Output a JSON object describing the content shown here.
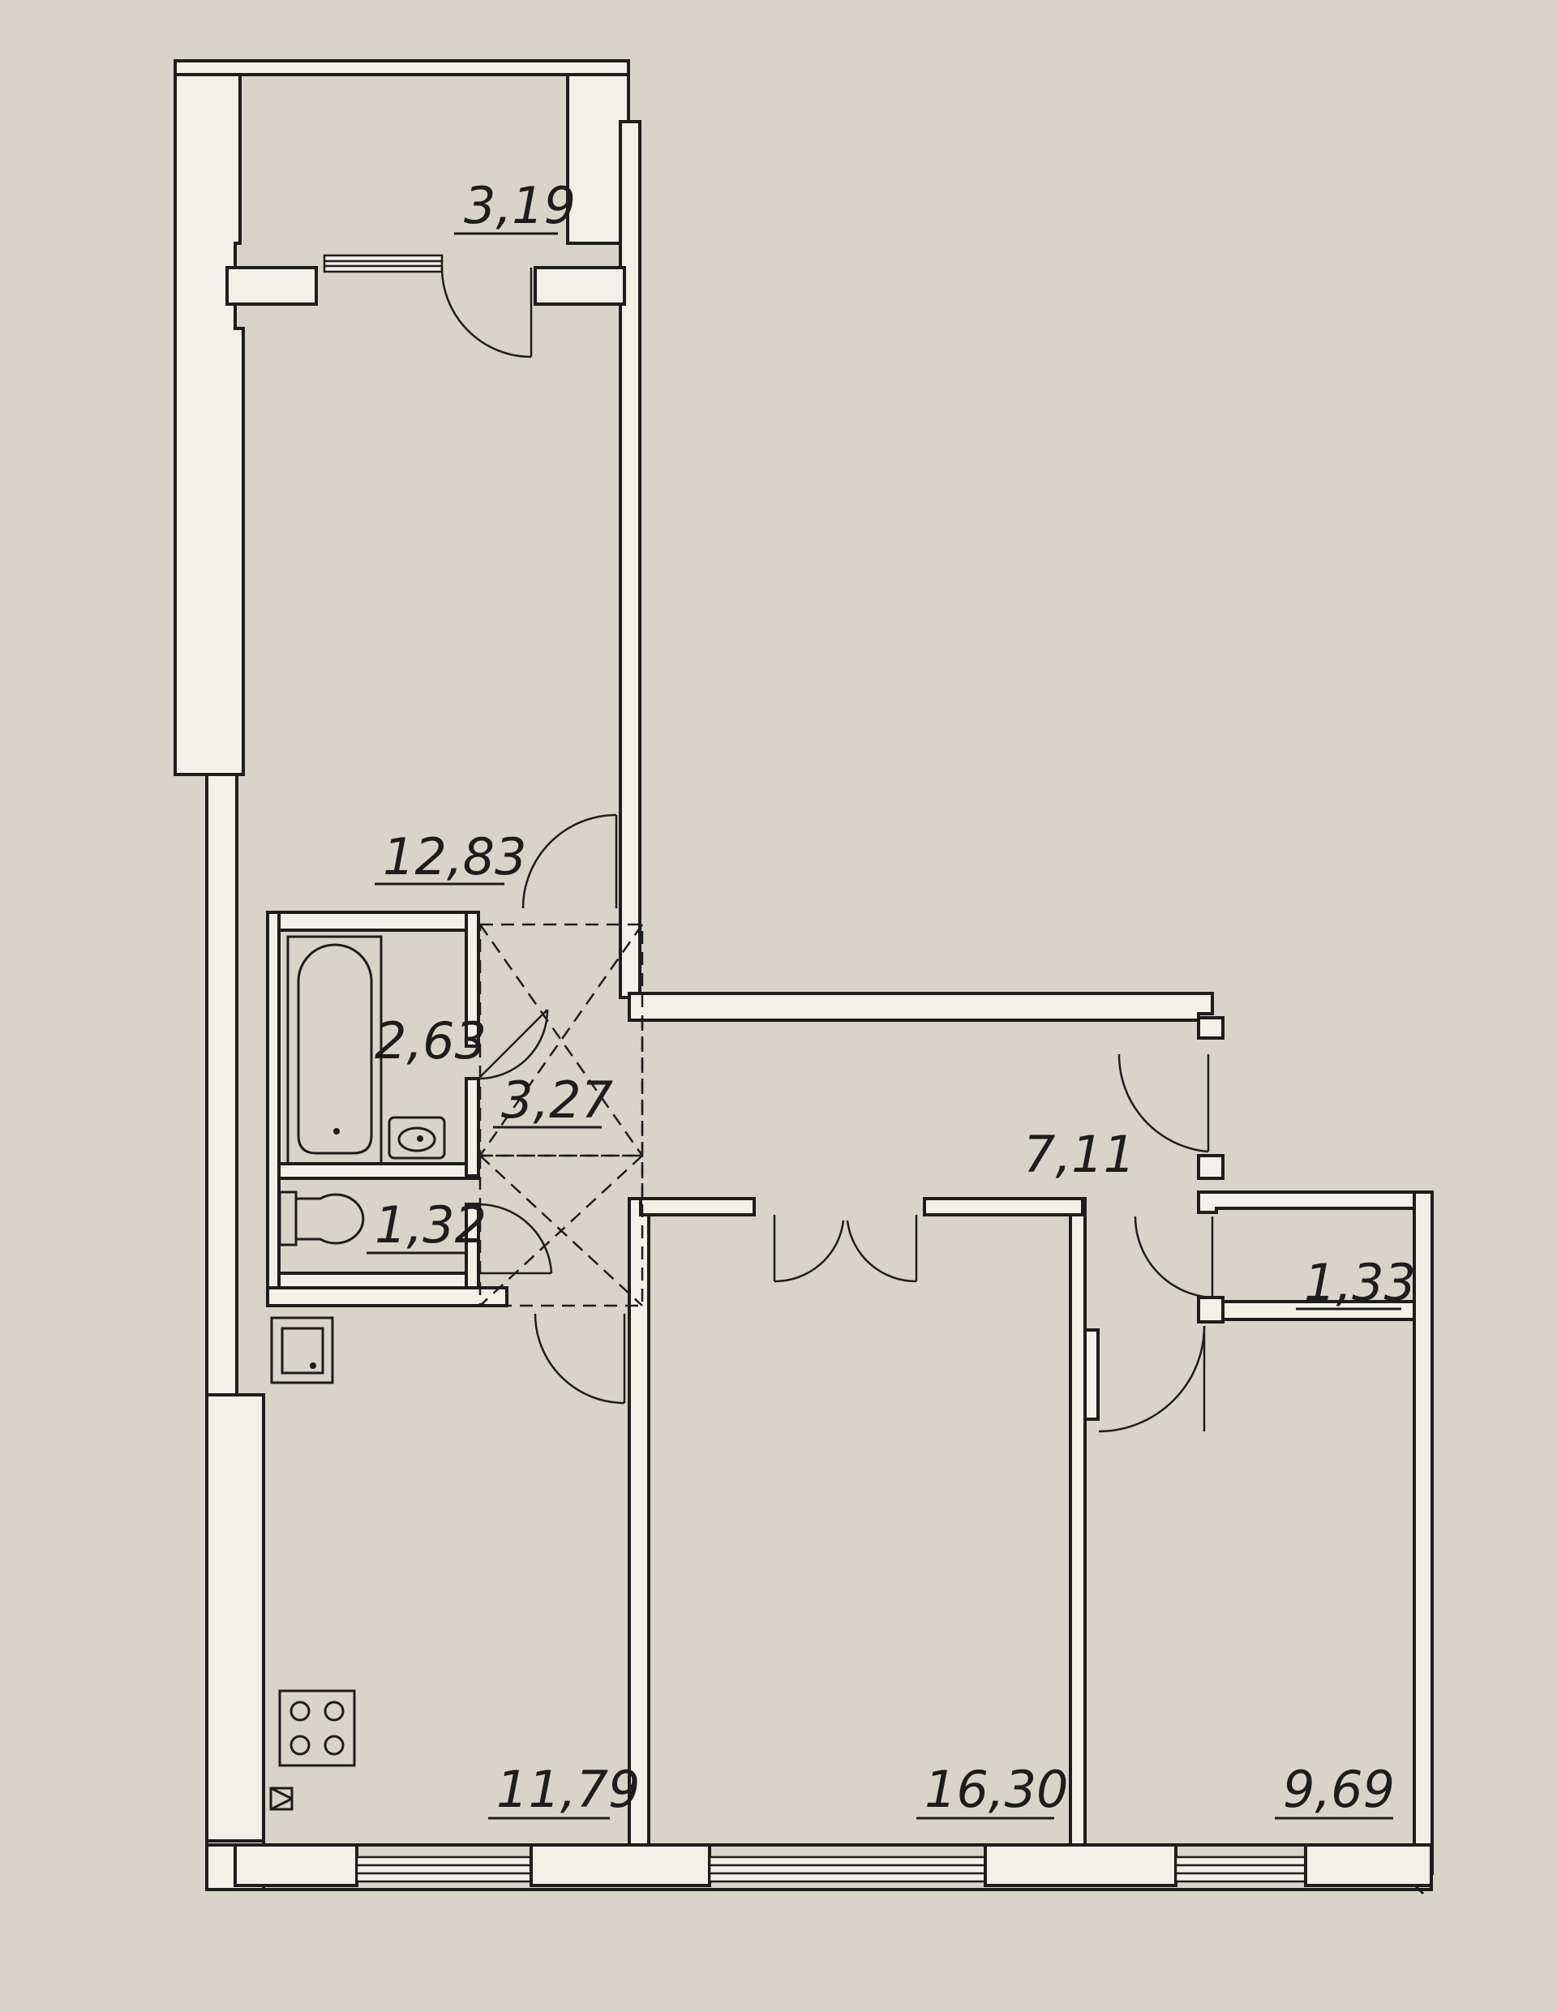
{
  "rooms": [
    {
      "id": "balcony",
      "area": "3,19"
    },
    {
      "id": "living-room",
      "area": "12,83"
    },
    {
      "id": "bathroom",
      "area": "2,63"
    },
    {
      "id": "hall",
      "area": "3,27"
    },
    {
      "id": "toilet",
      "area": "1,32"
    },
    {
      "id": "corridor",
      "area": "7,11"
    },
    {
      "id": "storage",
      "area": "1,33"
    },
    {
      "id": "kitchen",
      "area": "11,79"
    },
    {
      "id": "bedroom-large",
      "area": "16,30"
    },
    {
      "id": "bedroom-small",
      "area": "9,69"
    }
  ],
  "colors": {
    "paper": "#d9d4ca",
    "wall": "#f3f0ea",
    "ink": "#1d1d1d"
  }
}
